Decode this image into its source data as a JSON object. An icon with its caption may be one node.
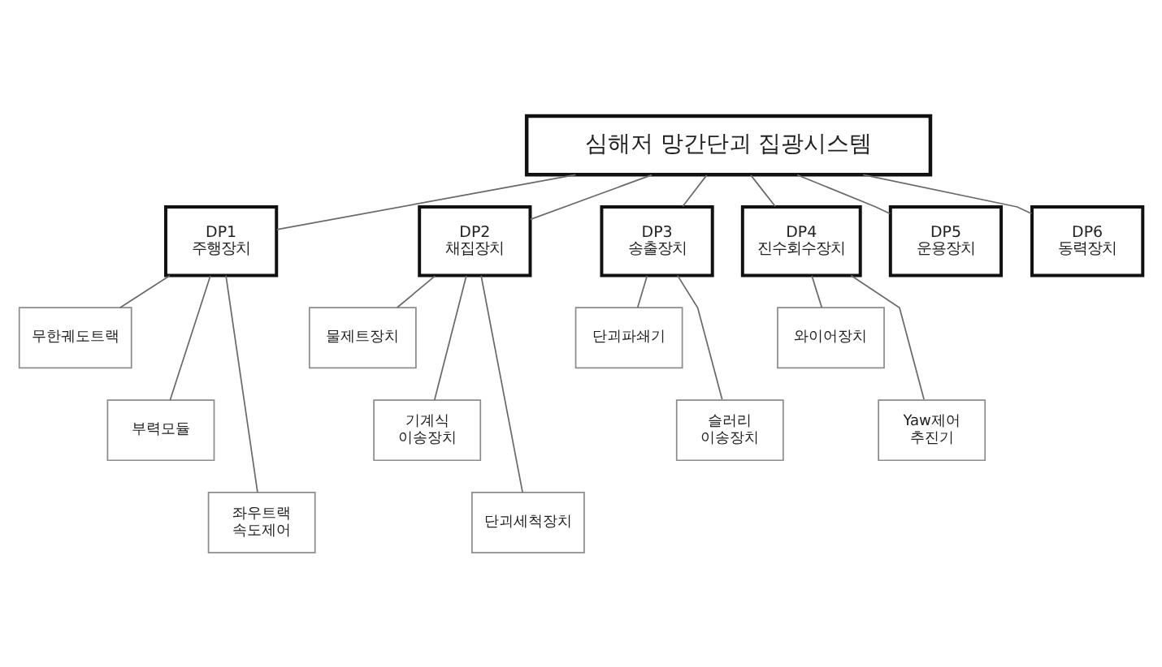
{
  "diagram": {
    "nodes": [
      {
        "text": [
          "심해저 망간단괴 집광시스템"
        ]
      },
      {
        "text": [
          "DP1",
          "주행장치"
        ]
      },
      {
        "text": [
          "DP2",
          "채집장치"
        ]
      },
      {
        "text": [
          "DP3",
          "송출장치"
        ]
      },
      {
        "text": [
          "DP4",
          "진수회수장치"
        ]
      },
      {
        "text": [
          "DP5",
          "운용장치"
        ]
      },
      {
        "text": [
          "DP6",
          "동력장치"
        ]
      },
      {
        "text": [
          "무한궤도트랙"
        ]
      },
      {
        "text": [
          "물제트장치"
        ]
      },
      {
        "text": [
          "단괴파쇄기"
        ]
      },
      {
        "text": [
          "와이어장치"
        ]
      },
      {
        "text": [
          "부력모듈"
        ]
      },
      {
        "text": [
          "기계식 이송장치"
        ]
      },
      {
        "text": [
          "슬러리 이송장치"
        ]
      },
      {
        "text": [
          "Yaw제어 추진기"
        ]
      },
      {
        "text": [
          "좌우트랙 속도제어"
        ]
      },
      {
        "text": [
          "단괴세척장치"
        ]
      }
    ],
    "edges": [
      {
        "from": 0,
        "to": 1,
        "arrow": "none"
      },
      {
        "from": 0,
        "to": 2,
        "arrow": "none"
      },
      {
        "from": 0,
        "to": 3,
        "arrow": "none"
      },
      {
        "from": 0,
        "to": 4,
        "arrow": "none"
      },
      {
        "from": 0,
        "to": 5,
        "arrow": "none"
      },
      {
        "from": 0,
        "to": 6,
        "arrow": "none"
      },
      {
        "from": 1,
        "to": 7,
        "arrow": "none"
      },
      {
        "from": 1,
        "to": 11,
        "arrow": "none"
      },
      {
        "from": 1,
        "to": 15,
        "arrow": "none"
      },
      {
        "from": 2,
        "to": 8,
        "arrow": "none"
      },
      {
        "from": 2,
        "to": 12,
        "arrow": "none"
      },
      {
        "from": 2,
        "to": 16,
        "arrow": "none"
      },
      {
        "from": 3,
        "to": 9,
        "arrow": "none"
      },
      {
        "from": 3,
        "to": 13,
        "arrow": "none"
      },
      {
        "from": 4,
        "to": 10,
        "arrow": "none"
      },
      {
        "from": 4,
        "to": 14,
        "arrow": "none"
      }
    ]
  }
}
